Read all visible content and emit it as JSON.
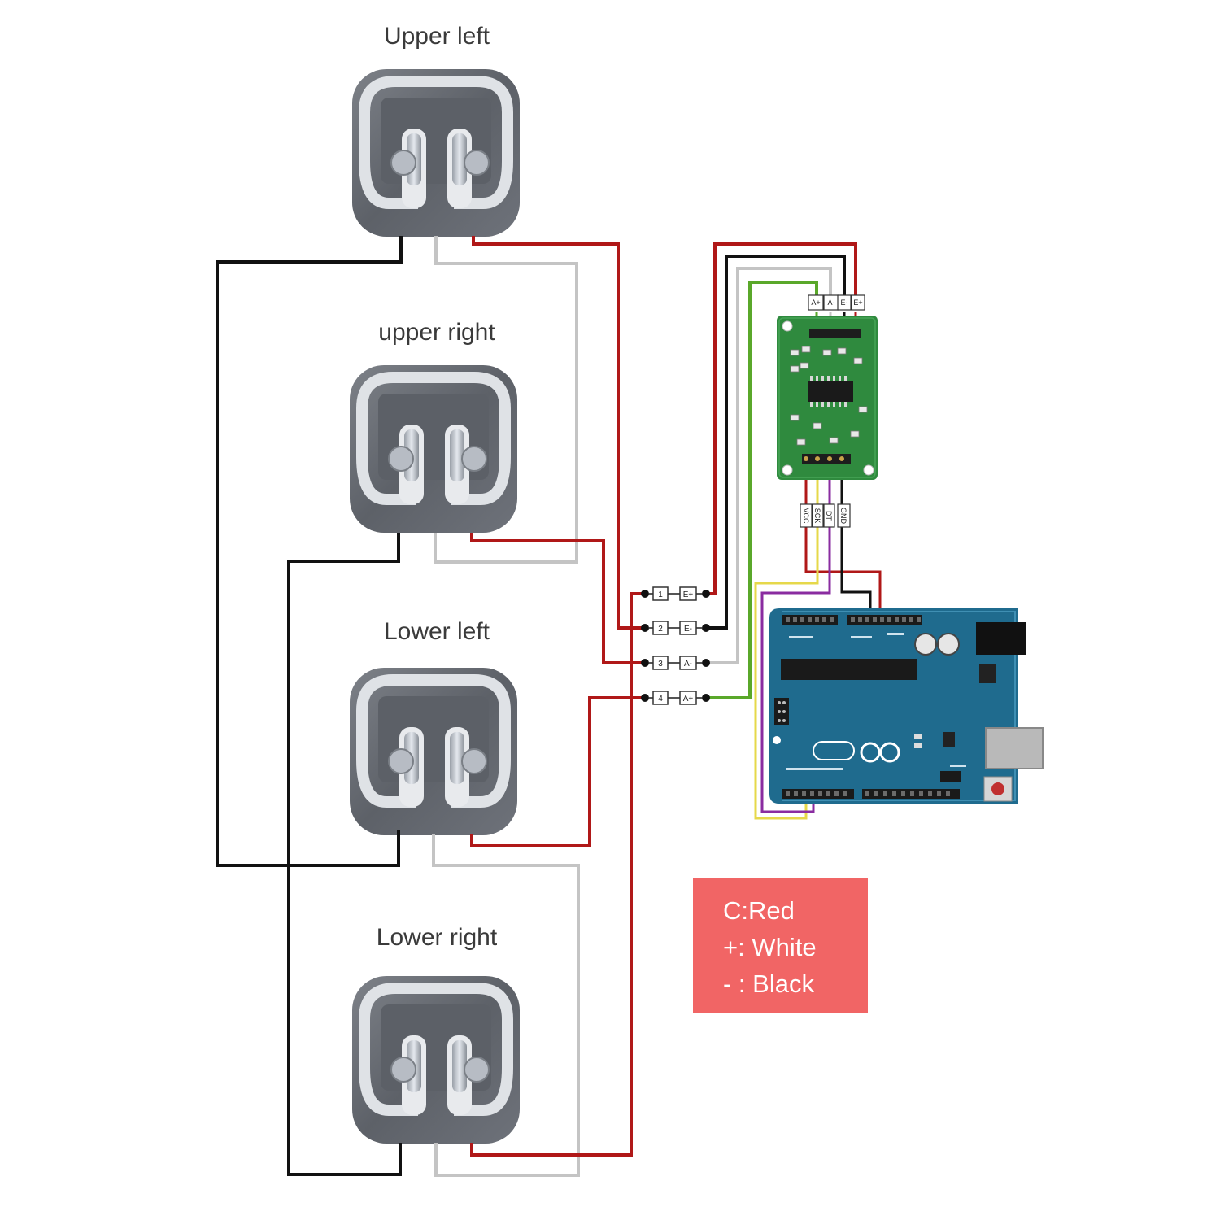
{
  "load_cells": [
    {
      "label": "Upper left"
    },
    {
      "label": "upper right"
    },
    {
      "label": "Lower left"
    },
    {
      "label": "Lower right"
    }
  ],
  "terminal_block": {
    "left_labels": [
      "1",
      "2",
      "3",
      "4"
    ],
    "right_labels": [
      "E+",
      "E-",
      "A-",
      "A+"
    ]
  },
  "hx711": {
    "top_pins": [
      "A+",
      "A-",
      "E-",
      "E+"
    ],
    "bottom_pins": [
      "VCC",
      "SCK",
      "DT",
      "GND"
    ]
  },
  "legend": {
    "lines": [
      "C:Red",
      "+: White",
      "- : Black"
    ]
  },
  "colors": {
    "red": "#b01818",
    "white": "#c4c4c4",
    "black": "#111111",
    "green": "#5aa82a",
    "yellow": "#e6d84a",
    "purple": "#8a2ca0",
    "legend_bg": "#f16565",
    "arduino_blue": "#1f6b8e",
    "hx711_green": "#2f8a3e"
  }
}
